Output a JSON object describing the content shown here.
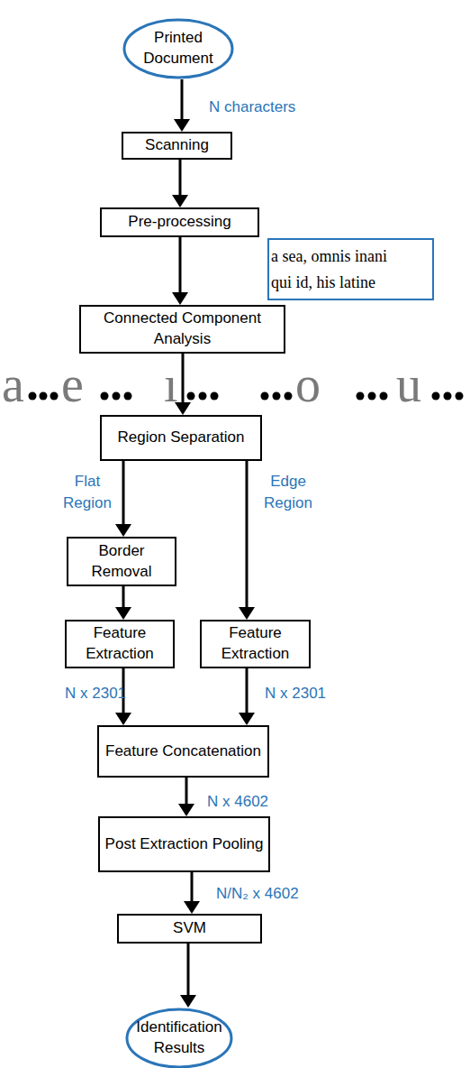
{
  "diagram": {
    "nodes": [
      {
        "text": [
          "Printed Document"
        ]
      },
      {
        "text": [
          "Scanning"
        ]
      },
      {
        "text": [
          "Pre-processing"
        ]
      },
      {
        "text": [
          "a sea, omnis inani",
          "qui id, his latine"
        ]
      },
      {
        "text": [
          "Connected Component Analysis"
        ]
      },
      {
        "text": [
          "Region Separation"
        ]
      },
      {
        "text": [
          "Border Removal"
        ]
      },
      {
        "text": [
          "Feature Extraction"
        ]
      },
      {
        "text": [
          "Feature Extraction"
        ]
      },
      {
        "text": [
          "Feature Concatenation"
        ]
      },
      {
        "text": [
          "Post Extraction Pooling"
        ]
      },
      {
        "text": [
          "SVM"
        ]
      },
      {
        "text": [
          "Identification Results"
        ]
      }
    ],
    "edges": [
      {
        "from": 0,
        "to": 1,
        "arrow": "to",
        "label": "N characters"
      },
      {
        "from": 1,
        "to": 2,
        "arrow": "to"
      },
      {
        "from": 2,
        "to": 4,
        "arrow": "to"
      },
      {
        "from": 4,
        "to": 5,
        "arrow": "to"
      },
      {
        "from": 5,
        "to": 6,
        "arrow": "to",
        "label": "Flat Region"
      },
      {
        "from": 5,
        "to": 8,
        "arrow": "to",
        "label": "Edge Region"
      },
      {
        "from": 6,
        "to": 7,
        "arrow": "to"
      },
      {
        "from": 7,
        "to": 9,
        "arrow": "to",
        "label": "N x 2301"
      },
      {
        "from": 8,
        "to": 9,
        "arrow": "to",
        "label": "N x 2301"
      },
      {
        "from": 9,
        "to": 10,
        "arrow": "to",
        "label": "N x 4602"
      },
      {
        "from": 10,
        "to": 11,
        "arrow": "to",
        "label": "N/N₂ x 4602"
      },
      {
        "from": 11,
        "to": 12,
        "arrow": "to"
      }
    ],
    "labels": [
      "a",
      "e",
      "ı",
      "o",
      "u"
    ]
  }
}
